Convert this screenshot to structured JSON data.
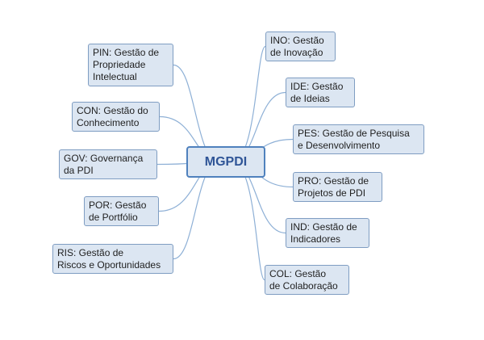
{
  "center": {
    "label": "MGPDI"
  },
  "nodes": [
    {
      "id": "pin",
      "label": "PIN: Gestão de\nPropriedade\nIntelectual"
    },
    {
      "id": "con",
      "label": "CON: Gestão do\nConhecimento"
    },
    {
      "id": "gov",
      "label": "GOV: Governança\nda PDI"
    },
    {
      "id": "por",
      "label": "POR: Gestão\nde Portfólio"
    },
    {
      "id": "ris",
      "label": "RIS: Gestão de\nRiscos e Oportunidades"
    },
    {
      "id": "ino",
      "label": "INO: Gestão\nde Inovação"
    },
    {
      "id": "ide",
      "label": "IDE: Gestão\nde Ideias"
    },
    {
      "id": "pes",
      "label": "PES: Gestão de Pesquisa\ne Desenvolvimento"
    },
    {
      "id": "pro",
      "label": "PRO: Gestão de\nProjetos de PDI"
    },
    {
      "id": "ind",
      "label": "IND: Gestão de\nIndicadores"
    },
    {
      "id": "col",
      "label": "COL: Gestão\nde Colaboração"
    }
  ],
  "colors": {
    "node_fill": "#dce6f2",
    "node_border": "#7f9dc2",
    "center_border": "#4f81bd",
    "connector": "#8eb0d6"
  }
}
